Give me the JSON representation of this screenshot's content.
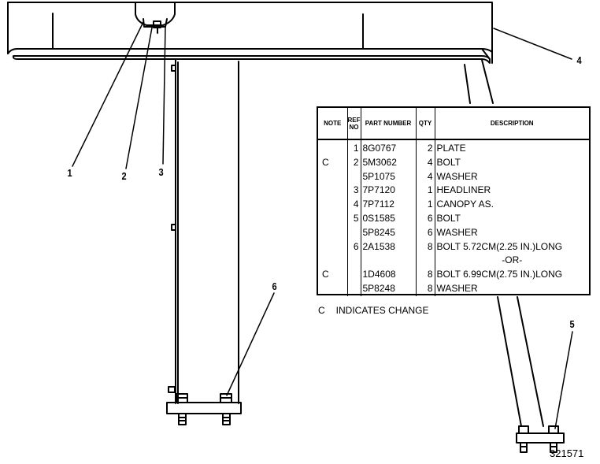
{
  "callouts": {
    "c1": "1",
    "c2": "2",
    "c3": "3",
    "c4": "4",
    "c5": "5",
    "c6": "6"
  },
  "figure_number": "321571",
  "parts_table": {
    "headers": {
      "note": "NOTE",
      "ref": "REF NO",
      "part": "PART NUMBER",
      "qty": "QTY",
      "desc": "DESCRIPTION"
    },
    "rows": [
      {
        "note": "",
        "ref": "1",
        "part": "8G0767",
        "qty": "2",
        "desc": "PLATE"
      },
      {
        "note": "C",
        "ref": "2",
        "part": "5M3062",
        "qty": "4",
        "desc": "BOLT"
      },
      {
        "note": "",
        "ref": "",
        "part": "5P1075",
        "qty": "4",
        "desc": "WASHER"
      },
      {
        "note": "",
        "ref": "3",
        "part": "7P7120",
        "qty": "1",
        "desc": "HEADLINER"
      },
      {
        "note": "",
        "ref": "4",
        "part": "7P7112",
        "qty": "1",
        "desc": "CANOPY AS."
      },
      {
        "note": "",
        "ref": "5",
        "part": "0S1585",
        "qty": "6",
        "desc": "BOLT"
      },
      {
        "note": "",
        "ref": "",
        "part": "5P8245",
        "qty": "6",
        "desc": "WASHER"
      },
      {
        "note": "",
        "ref": "6",
        "part": "2A1538",
        "qty": "8",
        "desc": "BOLT 5.72CM(2.25 IN.)LONG"
      },
      {
        "note": "",
        "ref": "",
        "part": "",
        "qty": "",
        "desc": "-OR-"
      },
      {
        "note": "C",
        "ref": "",
        "part": "1D4608",
        "qty": "8",
        "desc": "BOLT 6.99CM(2.75 IN.)LONG"
      },
      {
        "note": "",
        "ref": "",
        "part": "5P8248",
        "qty": "8",
        "desc": "WASHER"
      }
    ]
  },
  "legend": {
    "symbol": "C",
    "text": "INDICATES CHANGE"
  }
}
